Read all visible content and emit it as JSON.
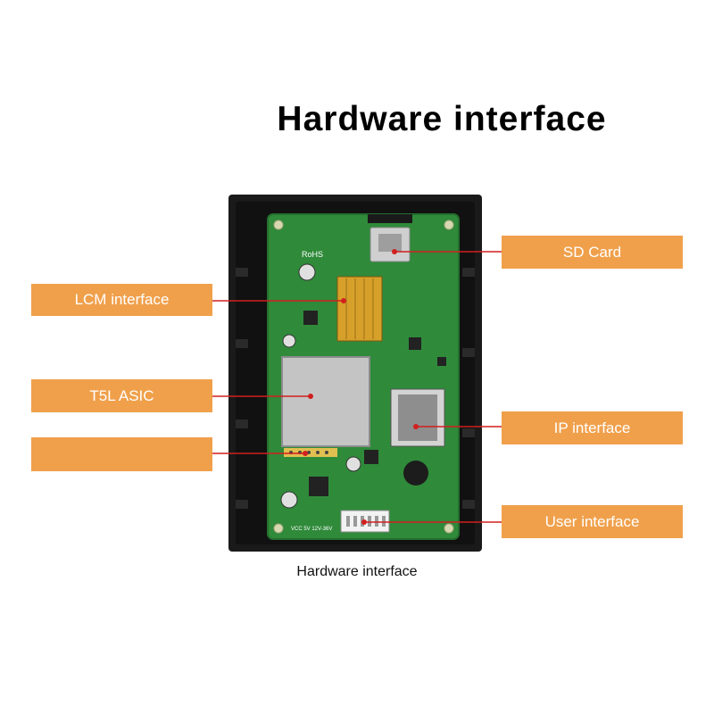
{
  "title": "Hardware interface",
  "caption": "Hardware interface",
  "labels": {
    "lcm": "LCM interface",
    "t5l": "T5L ASIC",
    "blank": "",
    "sd": "SD Card",
    "ip": "IP interface",
    "user": "User interface"
  },
  "pcb_silkscreen": {
    "rohs": "RoHS",
    "voltage": "VCC 5V 12V-36V"
  },
  "colors": {
    "callout": "#f0a04b",
    "leader": "#d21f1f",
    "pcb": "#2f8a3a",
    "bezel": "#1a1a1a"
  }
}
